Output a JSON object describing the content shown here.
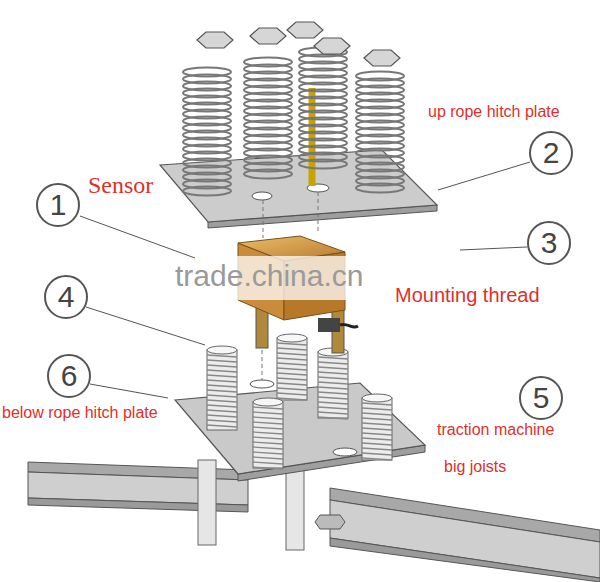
{
  "diagram": {
    "labels": [
      "up rope hitch plate",
      "2",
      "Sensor",
      "1",
      "3",
      "trade.china.cn",
      "Mounting thread",
      "4",
      "6",
      "below rope hitch plate",
      "5",
      "traction machine",
      "big joists"
    ]
  }
}
